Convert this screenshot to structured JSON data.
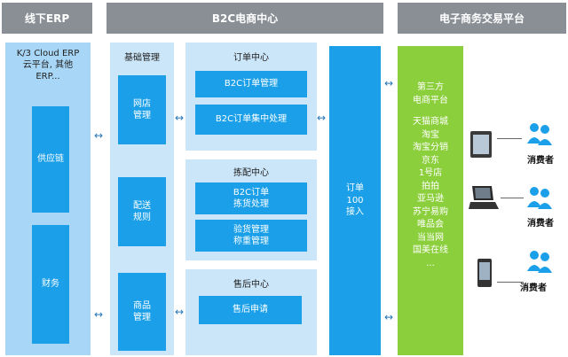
{
  "headers": {
    "left": "线下ERP",
    "middle": "B2C电商中心",
    "right": "电子商务交易平台"
  },
  "left": {
    "erp_text": "K/3 Cloud ERP\n云平台, 其他\nERP...",
    "supply_chain": "供应链",
    "finance": "财务"
  },
  "middle": {
    "basic_mgmt": {
      "title": "基础管理",
      "shop": "网店\n管理",
      "delivery": "配送\n规则",
      "product": "商品\n管理"
    },
    "order_center": {
      "title": "订单中心",
      "b2c_order_mgmt": "B2C订单管理",
      "b2c_order_central": "B2C订单集中处理"
    },
    "picking_center": {
      "title": "拣配中心",
      "picking_process": "B2C订单\n拣货处理",
      "inspection_weigh": "验货管理\n称重管理"
    },
    "aftersales_center": {
      "title": "售后中心",
      "aftersales_apply": "售后申请"
    },
    "order_access": "订单\n100\n接入"
  },
  "platforms": {
    "title": "第三方\n电商平台",
    "list": [
      "天猫商城",
      "淘宝",
      "淘宝分销",
      "京东",
      "1号店",
      "拍拍",
      "亚马逊",
      "苏宁易购",
      "唯品会",
      "当当网",
      "国美在线",
      "..."
    ]
  },
  "consumers": {
    "label": "消费者"
  },
  "icons": {
    "arrow": "↔",
    "person": "person-icon"
  },
  "colors": {
    "header_gray": "#8a8f96",
    "block_blue": "#1a9fe8",
    "light_blue": "#a8d6f6",
    "green": "#8ccf3c"
  }
}
